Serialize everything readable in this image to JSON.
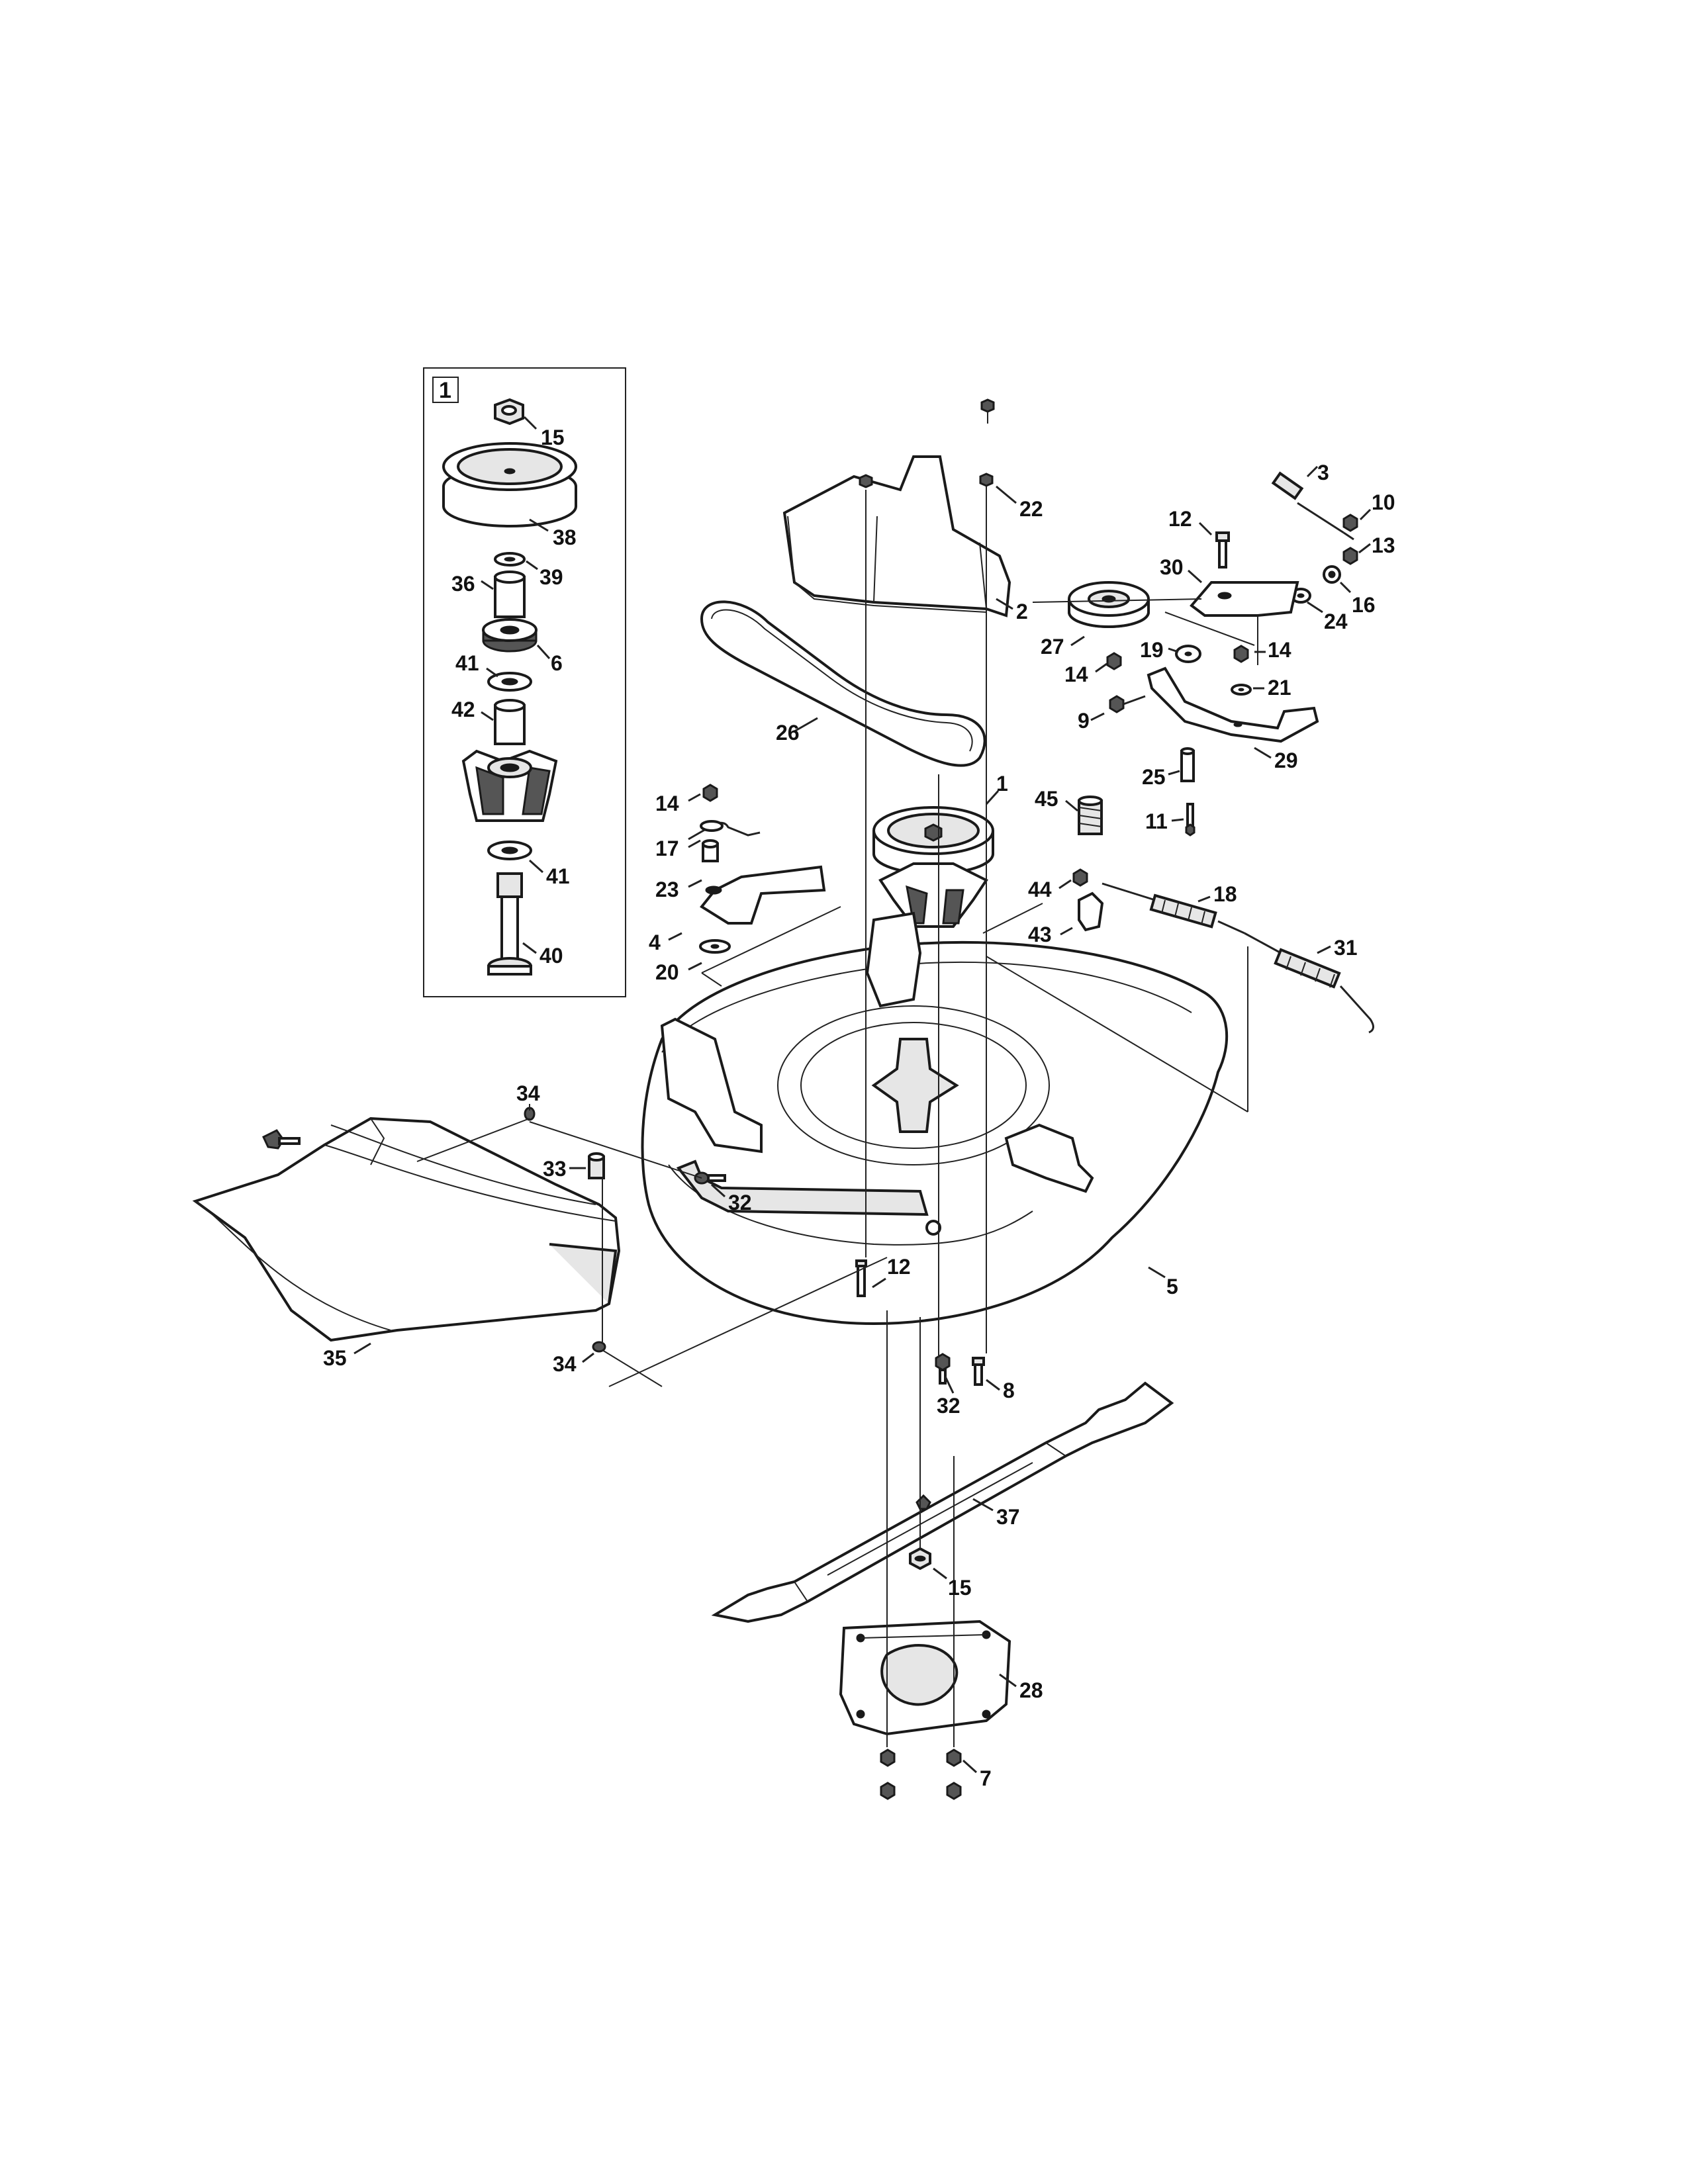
{
  "diagram": {
    "inset_tag": "1",
    "callouts": [
      {
        "id": "c-15a",
        "text": "15"
      },
      {
        "id": "c-38",
        "text": "38"
      },
      {
        "id": "c-39",
        "text": "39"
      },
      {
        "id": "c-36",
        "text": "36"
      },
      {
        "id": "c-6",
        "text": "6"
      },
      {
        "id": "c-41a",
        "text": "41"
      },
      {
        "id": "c-42",
        "text": "42"
      },
      {
        "id": "c-41b",
        "text": "41"
      },
      {
        "id": "c-40",
        "text": "40"
      },
      {
        "id": "c-22",
        "text": "22"
      },
      {
        "id": "c-2",
        "text": "2"
      },
      {
        "id": "c-26",
        "text": "26"
      },
      {
        "id": "c-1",
        "text": "1"
      },
      {
        "id": "c-14a",
        "text": "14"
      },
      {
        "id": "c-17",
        "text": "17"
      },
      {
        "id": "c-23",
        "text": "23"
      },
      {
        "id": "c-4",
        "text": "4"
      },
      {
        "id": "c-20",
        "text": "20"
      },
      {
        "id": "c-3",
        "text": "3"
      },
      {
        "id": "c-10",
        "text": "10"
      },
      {
        "id": "c-12a",
        "text": "12"
      },
      {
        "id": "c-13",
        "text": "13"
      },
      {
        "id": "c-30",
        "text": "30"
      },
      {
        "id": "c-16",
        "text": "16"
      },
      {
        "id": "c-24",
        "text": "24"
      },
      {
        "id": "c-27",
        "text": "27"
      },
      {
        "id": "c-19",
        "text": "19"
      },
      {
        "id": "c-14b",
        "text": "14"
      },
      {
        "id": "c-14c",
        "text": "14"
      },
      {
        "id": "c-21",
        "text": "21"
      },
      {
        "id": "c-9",
        "text": "9"
      },
      {
        "id": "c-25",
        "text": "25"
      },
      {
        "id": "c-29",
        "text": "29"
      },
      {
        "id": "c-45",
        "text": "45"
      },
      {
        "id": "c-11",
        "text": "11"
      },
      {
        "id": "c-44",
        "text": "44"
      },
      {
        "id": "c-18",
        "text": "18"
      },
      {
        "id": "c-43",
        "text": "43"
      },
      {
        "id": "c-31",
        "text": "31"
      },
      {
        "id": "c-34a",
        "text": "34"
      },
      {
        "id": "c-33",
        "text": "33"
      },
      {
        "id": "c-32a",
        "text": "32"
      },
      {
        "id": "c-12b",
        "text": "12"
      },
      {
        "id": "c-5",
        "text": "5"
      },
      {
        "id": "c-35",
        "text": "35"
      },
      {
        "id": "c-34b",
        "text": "34"
      },
      {
        "id": "c-32b",
        "text": "32"
      },
      {
        "id": "c-8",
        "text": "8"
      },
      {
        "id": "c-37",
        "text": "37"
      },
      {
        "id": "c-15b",
        "text": "15"
      },
      {
        "id": "c-28",
        "text": "28"
      },
      {
        "id": "c-7",
        "text": "7"
      }
    ]
  }
}
